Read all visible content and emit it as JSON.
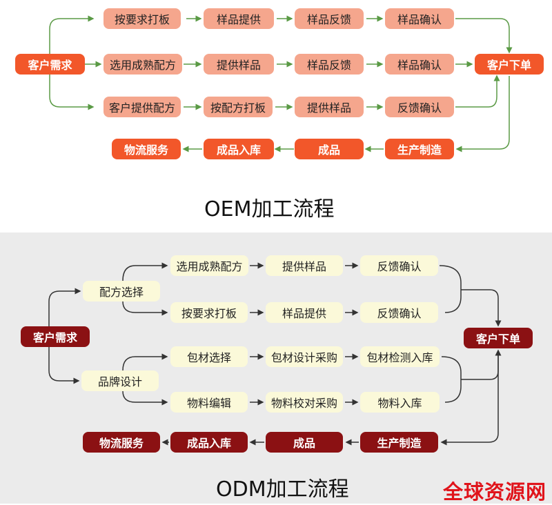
{
  "oem": {
    "title": "OEM加工流程",
    "boxes": [
      "按要求打板",
      "样品提供",
      "样品反馈",
      "样品确认",
      "客户需求",
      "选用成熟配方",
      "提供样品",
      "样品反馈",
      "样品确认",
      "客户下单",
      "客户提供配方",
      "按配方打板",
      "提供样品",
      "反馈确认",
      "物流服务",
      "成品入库",
      "成品",
      "生产制造"
    ],
    "colors": {
      "main": "#f2572a",
      "sub": "#f5a68d",
      "line": "#5a9a45"
    }
  },
  "odm": {
    "title": "ODM加工流程",
    "boxes": [
      "配方选择",
      "选用成熟配方",
      "提供样品",
      "反馈确认",
      "按要求打板",
      "样品提供",
      "反馈确认",
      "客户需求",
      "客户下单",
      "包材选择",
      "包材设计采购",
      "包材检测入库",
      "品牌设计",
      "物料编辑",
      "物料校对采购",
      "物料入库",
      "物流服务",
      "成品入库",
      "成品",
      "生产制造"
    ],
    "colors": {
      "main": "#8b1113",
      "sub": "#fbf9d9",
      "line": "#333333"
    }
  },
  "watermark": "全球资源网"
}
